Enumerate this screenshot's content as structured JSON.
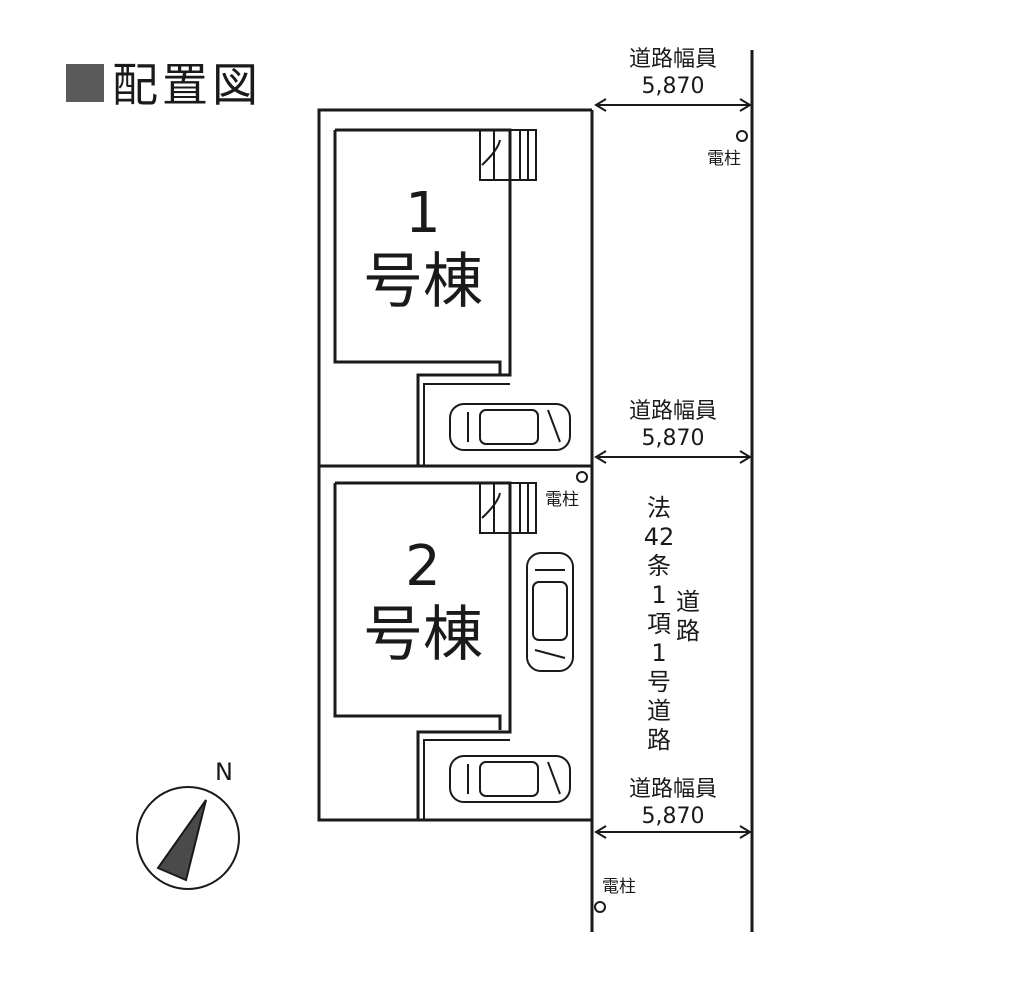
{
  "title": "配置図",
  "road_width": {
    "label": "道路幅員",
    "value": "5,870"
  },
  "pole_label": "電柱",
  "buildings": [
    {
      "number": "1",
      "label": "号棟"
    },
    {
      "number": "2",
      "label": "号棟"
    }
  ],
  "road_type": [
    "法",
    "42",
    "条",
    "1",
    "項",
    "1",
    "号",
    "道",
    "路"
  ],
  "road_type_right": [
    "道",
    "路"
  ],
  "compass_label": "N"
}
